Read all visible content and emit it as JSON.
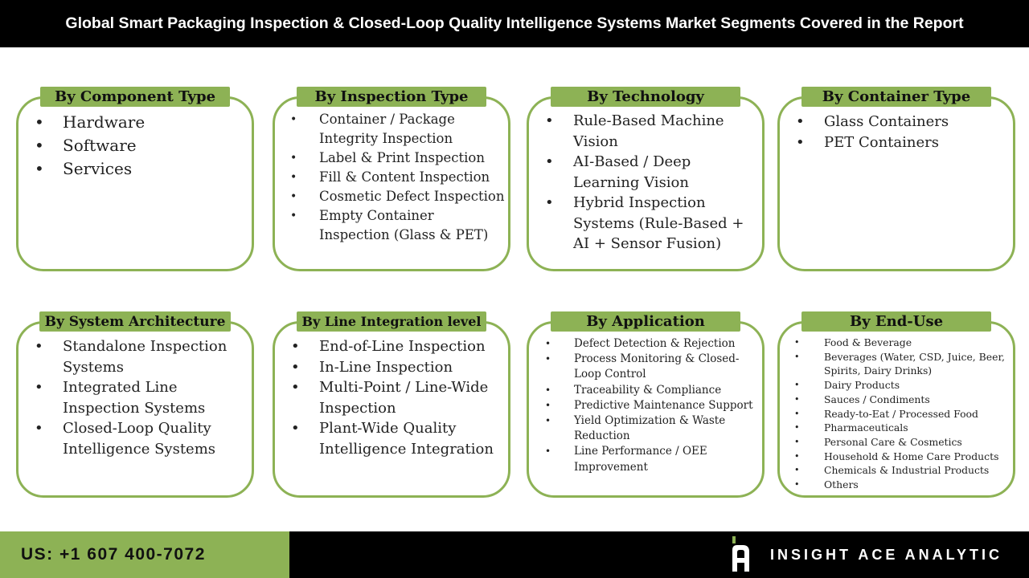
{
  "title": "Global Smart Packaging Inspection & Closed-Loop Quality Intelligence Systems Market Segments Covered in the Report",
  "colors": {
    "accent": "#8db255",
    "dark": "#000000",
    "text": "#222222"
  },
  "segments": [
    {
      "label": "By Component Type",
      "items": [
        "Hardware",
        "Software",
        "Services"
      ]
    },
    {
      "label": "By Inspection Type",
      "items": [
        "Container / Package Integrity Inspection",
        "Label & Print Inspection",
        "Fill & Content Inspection",
        "Cosmetic Defect Inspection",
        "Empty Container Inspection (Glass & PET)"
      ]
    },
    {
      "label": "By Technology",
      "items": [
        "Rule-Based Machine Vision",
        "AI-Based / Deep Learning Vision",
        "Hybrid Inspection Systems (Rule-Based + AI + Sensor Fusion)"
      ]
    },
    {
      "label": "By Container Type",
      "items": [
        "Glass Containers",
        "PET Containers"
      ]
    },
    {
      "label": "By System Architecture",
      "items": [
        "Standalone Inspection Systems",
        "Integrated Line Inspection Systems",
        "Closed-Loop Quality Intelligence Systems"
      ]
    },
    {
      "label": "By Line Integration level",
      "items": [
        "End-of-Line Inspection",
        "In-Line Inspection",
        "Multi-Point / Line-Wide Inspection",
        "Plant-Wide Quality Intelligence Integration"
      ]
    },
    {
      "label": "By Application",
      "items": [
        "Defect Detection & Rejection",
        "Process Monitoring & Closed-Loop Control",
        "Traceability & Compliance",
        "Predictive Maintenance Support",
        "Yield Optimization & Waste Reduction",
        "Line Performance / OEE Improvement"
      ]
    },
    {
      "label": "By End-Use",
      "items": [
        "Food & Beverage",
        "Beverages (Water, CSD, Juice, Beer, Spirits, Dairy Drinks)",
        "Dairy Products",
        "Sauces / Condiments",
        "Ready-to-Eat / Processed Food",
        "Pharmaceuticals",
        "Personal Care & Cosmetics",
        "Household & Home Care Products",
        "Chemicals & Industrial Products",
        "Others"
      ]
    }
  ],
  "footer": {
    "phone": "US: +1 607 400-7072",
    "brand": "INSIGHT ACE ANALYTIC",
    "logo_icon": "insight-ace-logo-icon"
  }
}
